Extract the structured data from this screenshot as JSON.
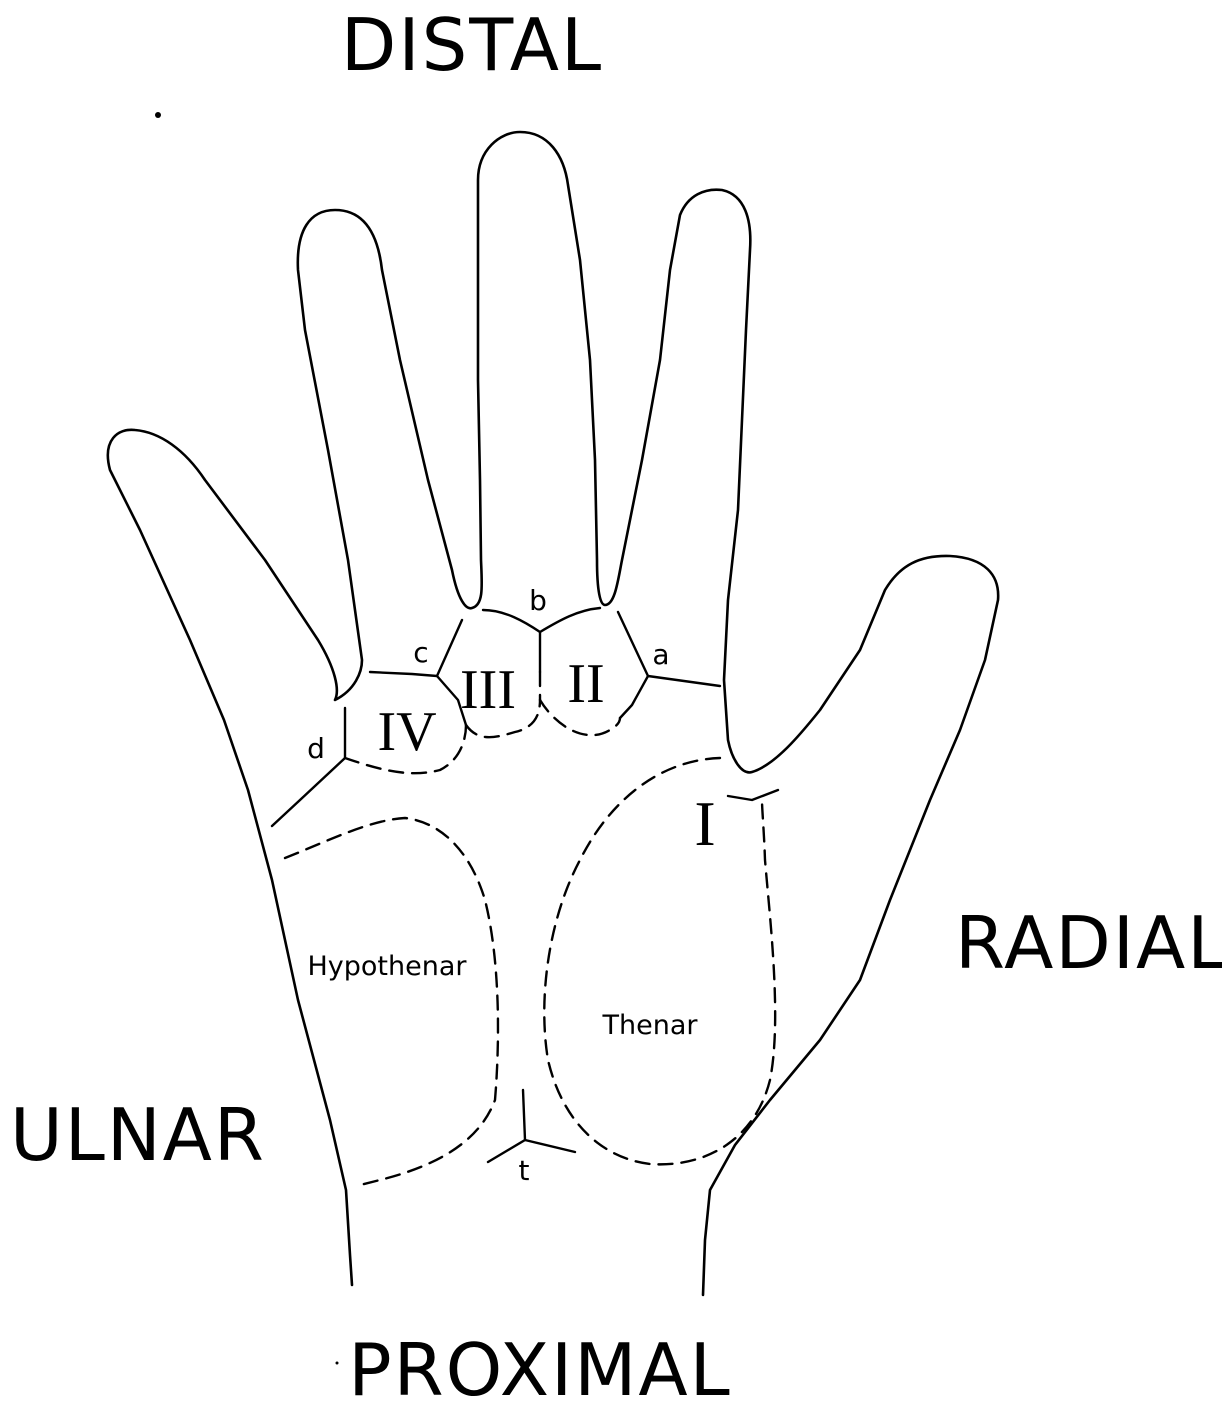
{
  "directions": {
    "distal": "DISTAL",
    "proximal": "PROXIMAL",
    "ulnar": "ULNAR",
    "radial": "RADIAL"
  },
  "interdigital_areas": {
    "i": "I",
    "ii": "II",
    "iii": "III",
    "iv": "IV"
  },
  "triradii": {
    "a": "a",
    "b": "b",
    "c": "c",
    "d": "d",
    "t": "t"
  },
  "regions": {
    "hypothenar": "Hypothenar",
    "thenar": "Thenar"
  }
}
